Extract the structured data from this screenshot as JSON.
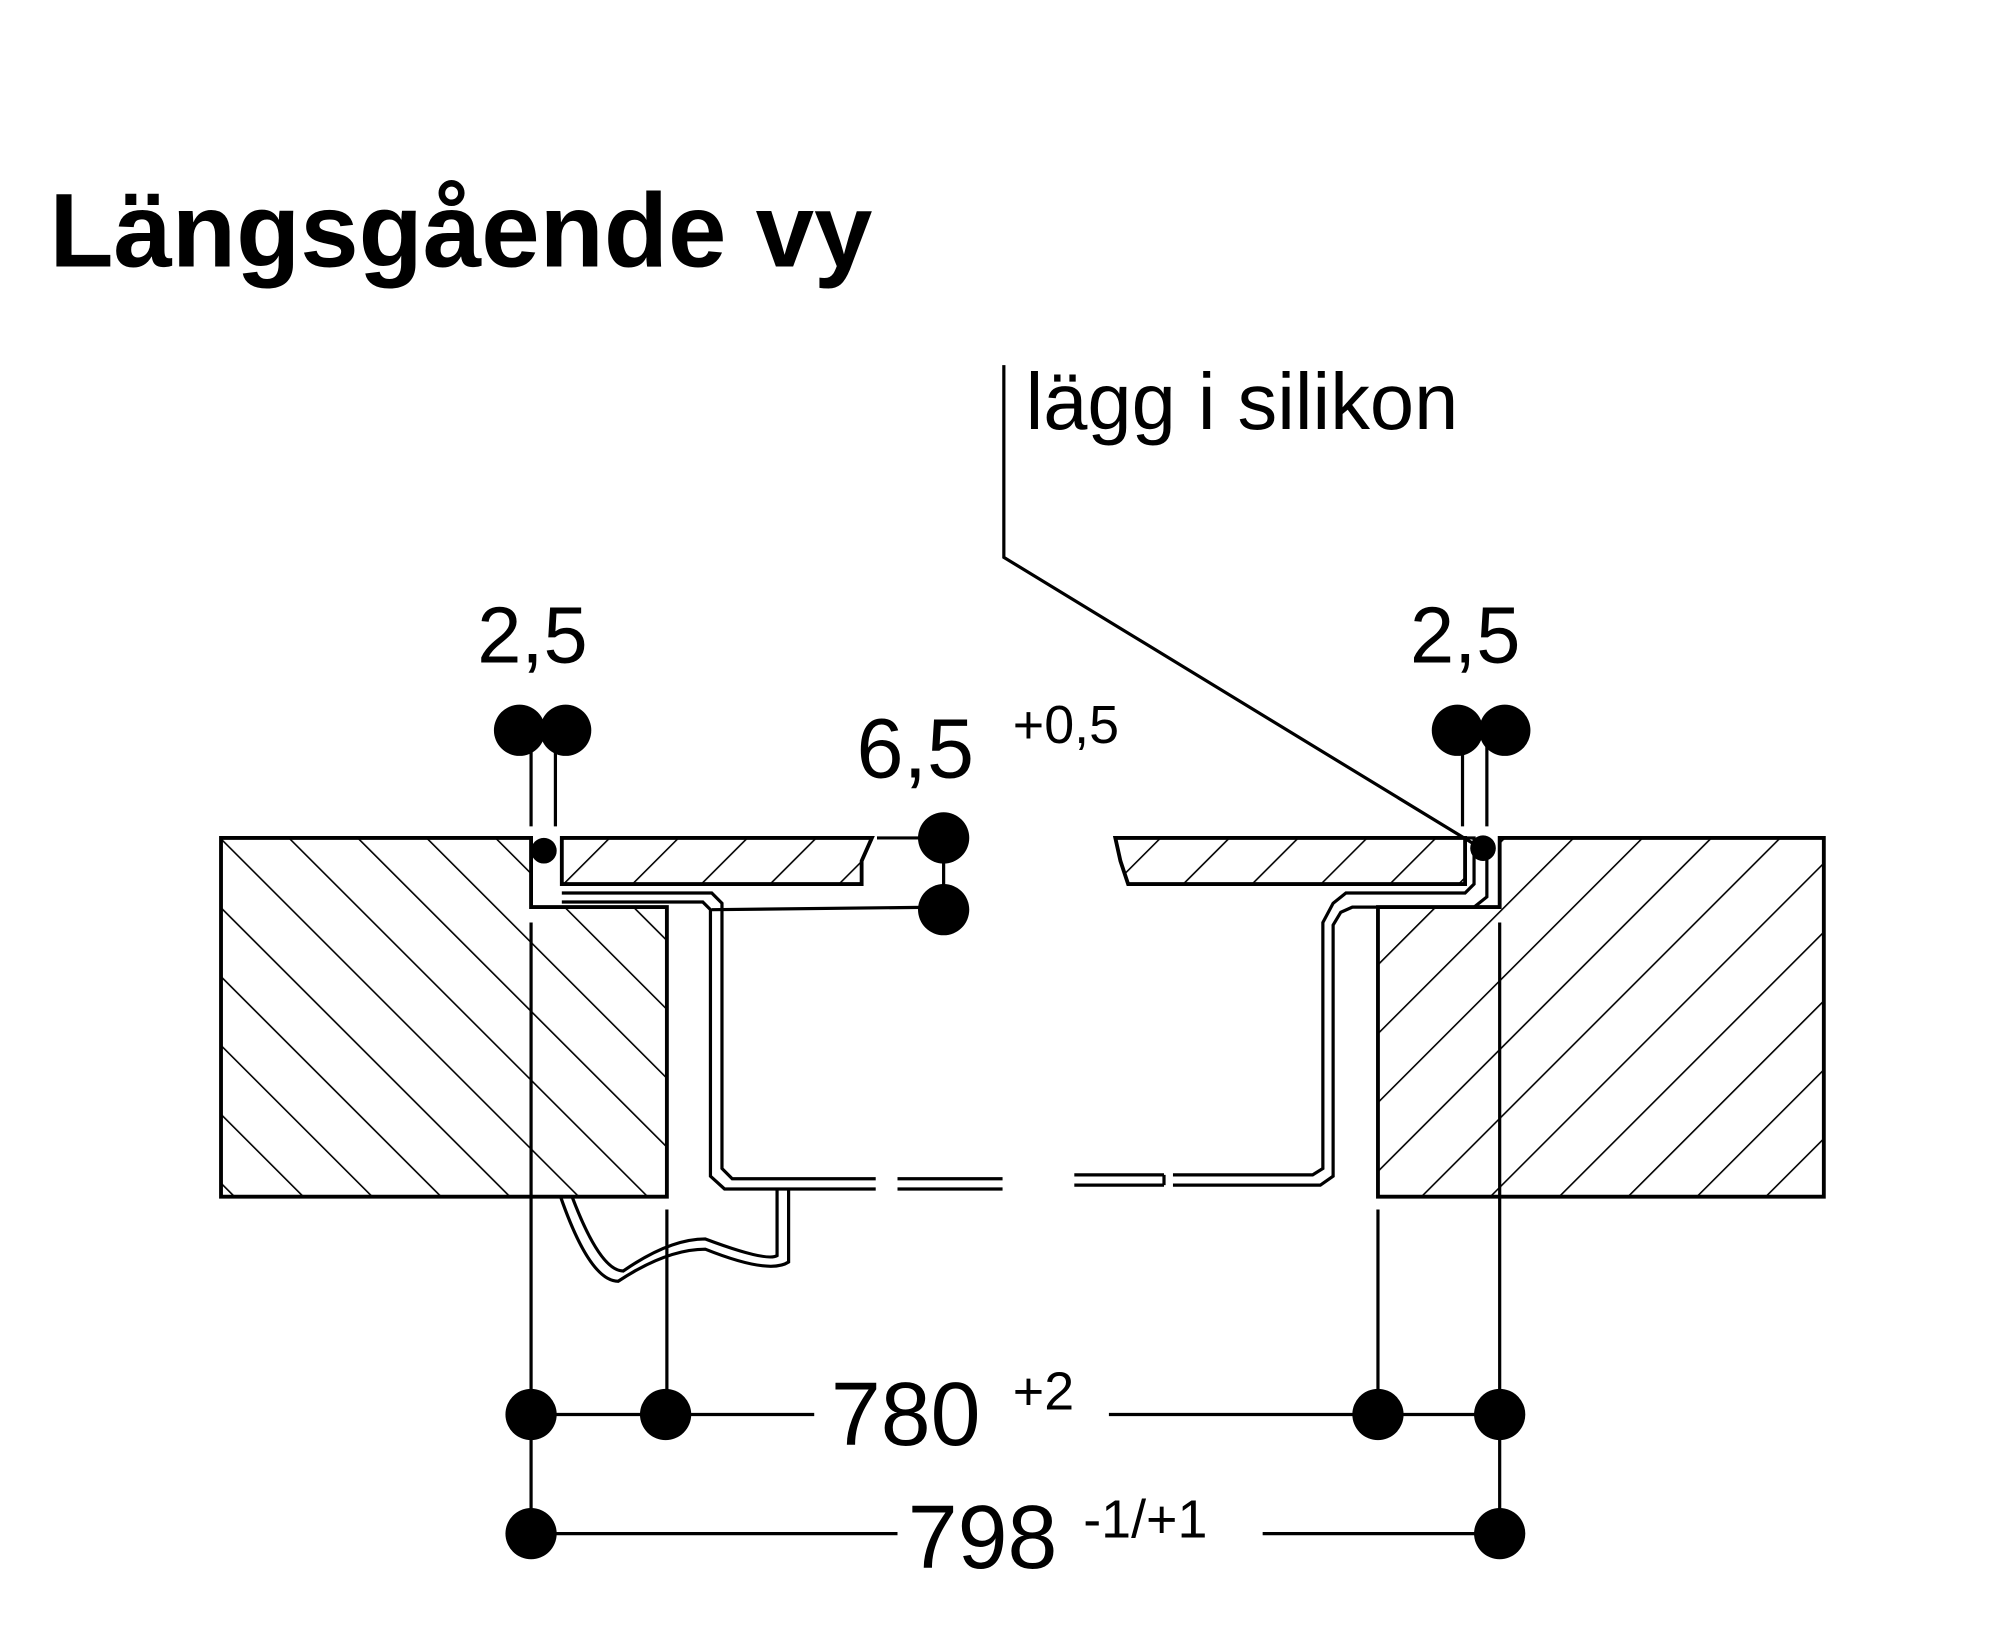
{
  "title": "Längsgående vy",
  "annotation": "lägg i silikon",
  "dimensions": {
    "left_gap": "2,5",
    "right_gap": "2,5",
    "depth_value": "6,5",
    "depth_tol": "+0,5",
    "inner_value": "780",
    "inner_tol": "+2",
    "outer_value": "798",
    "outer_tol": "-1/+1"
  },
  "colors": {
    "ink": "#000000",
    "background": "#ffffff"
  }
}
